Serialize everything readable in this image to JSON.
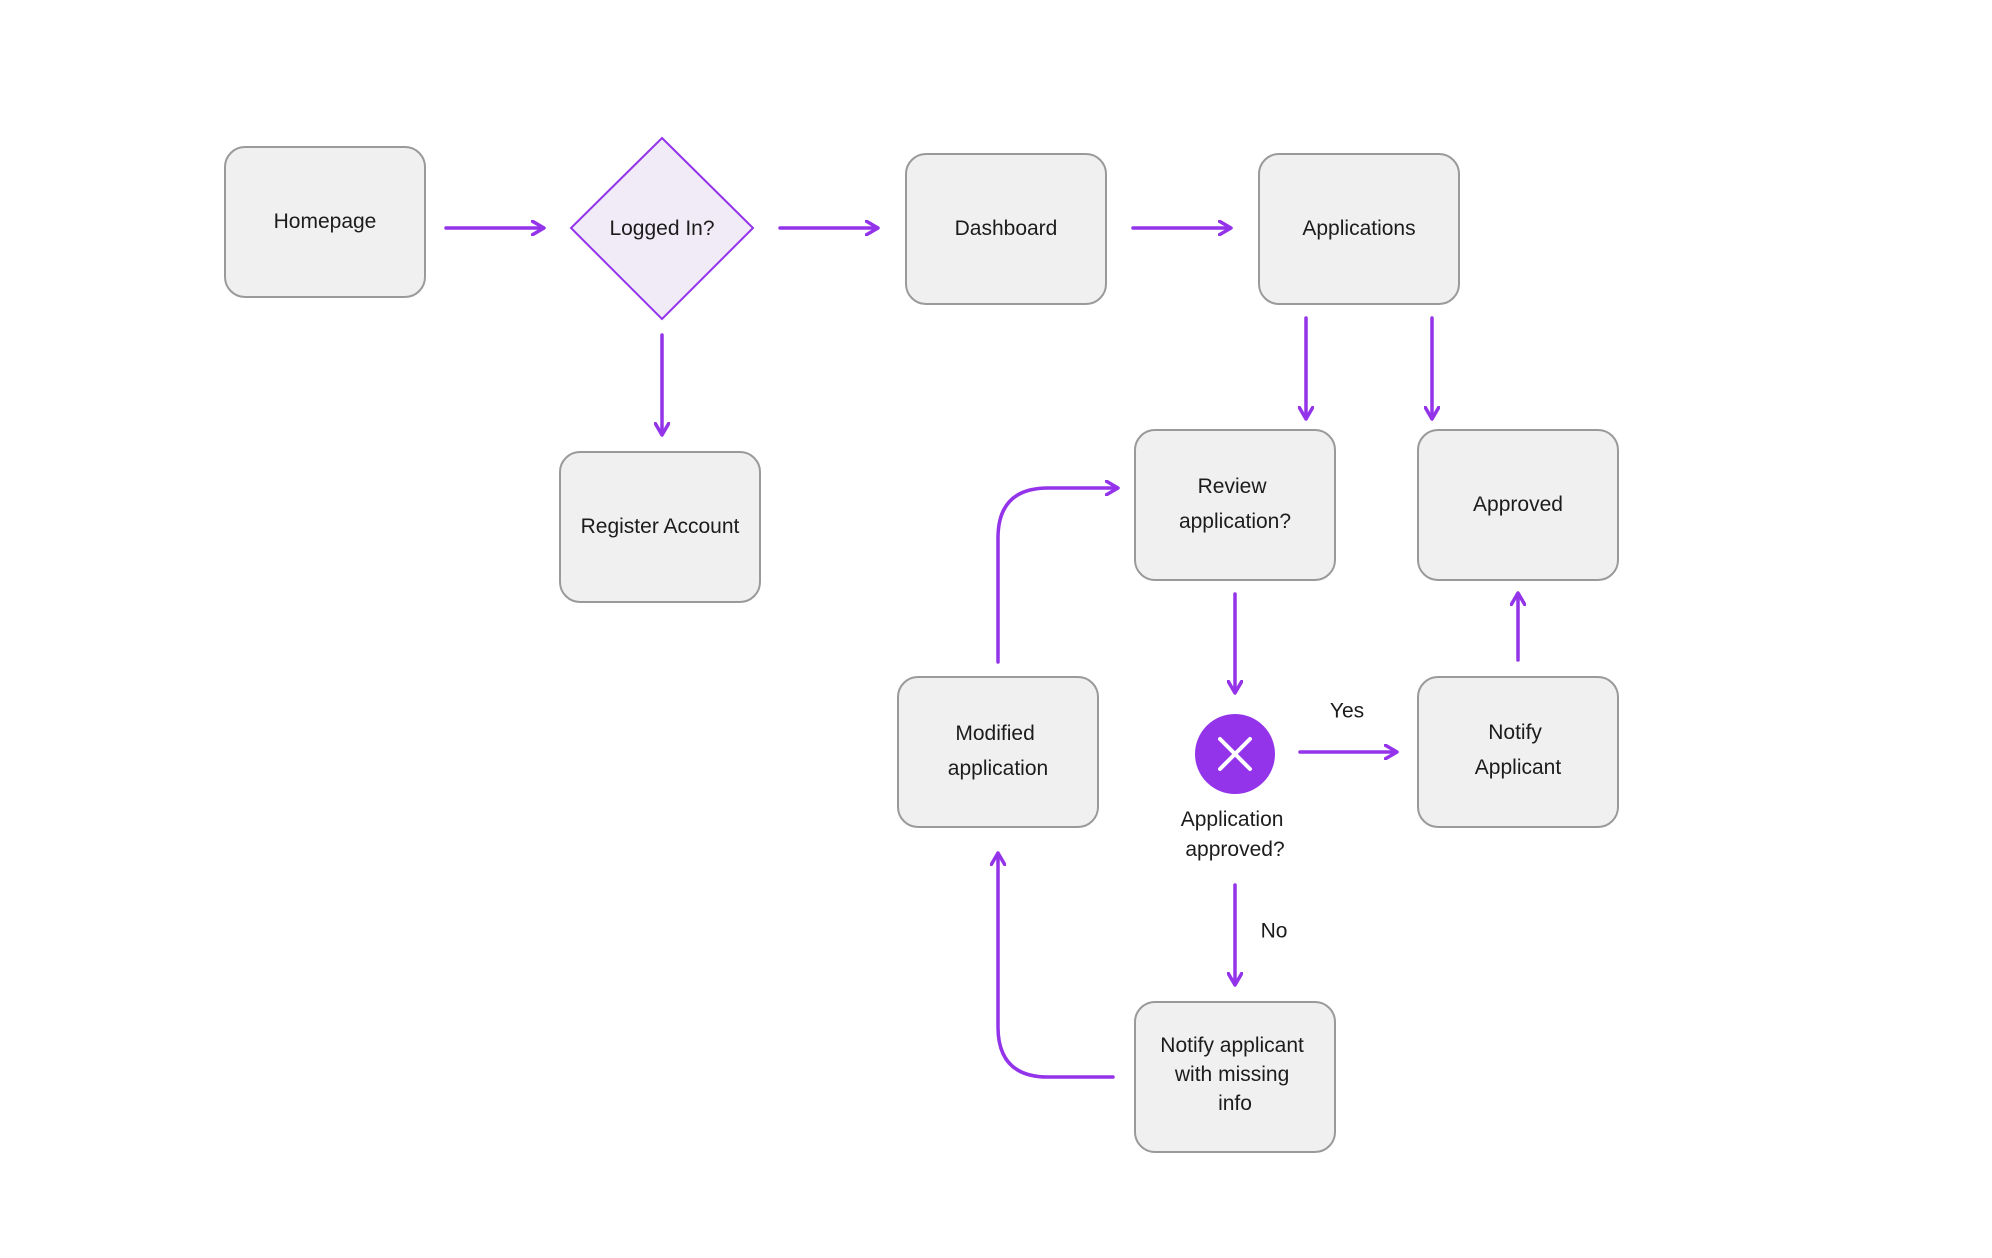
{
  "colors": {
    "accent": "#9333ea",
    "node_fill": "#f0f0f0",
    "node_border": "#9a9a9a",
    "decision_fill": "#f1eaf7",
    "text": "#1c1c1c"
  },
  "nodes": {
    "homepage": {
      "lines": [
        "Homepage"
      ]
    },
    "logged_in": {
      "lines": [
        "Logged In?"
      ]
    },
    "dashboard": {
      "lines": [
        "Dashboard"
      ]
    },
    "applications": {
      "lines": [
        "Applications"
      ]
    },
    "register_account": {
      "lines": [
        "Register Account"
      ]
    },
    "review_application": {
      "lines": [
        "Review",
        "application?"
      ]
    },
    "approved": {
      "lines": [
        "Approved"
      ]
    },
    "modified_application": {
      "lines": [
        "Modified",
        "application"
      ]
    },
    "notify_applicant": {
      "lines": [
        "Notify",
        "Applicant"
      ]
    },
    "notify_missing_info": {
      "lines": [
        "Notify applicant",
        "with missing",
        "info"
      ]
    },
    "application_approved": {
      "icon": "close-icon",
      "lines": [
        "Application",
        "approved?"
      ]
    }
  },
  "edge_labels": {
    "yes": "Yes",
    "no": "No"
  }
}
